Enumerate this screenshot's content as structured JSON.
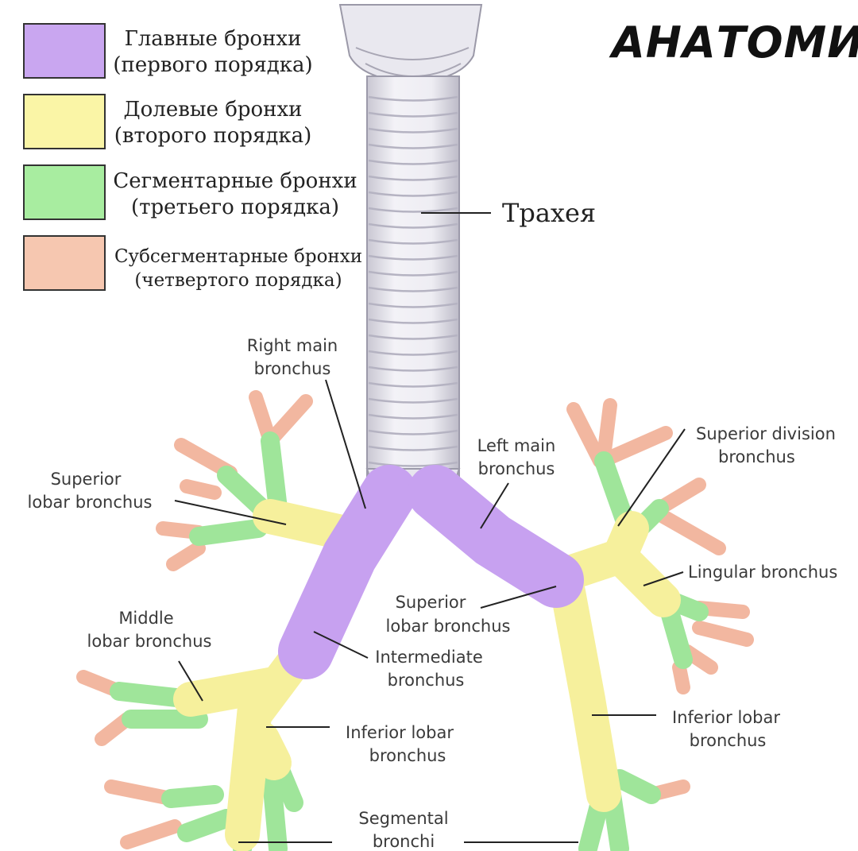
{
  "title": "АНАТОМИЯ",
  "legend": [
    {
      "line1": "Главные бронхи",
      "line2": "(первого порядка)",
      "color": "#c9a6f0"
    },
    {
      "line1": "Долевые бронхи",
      "line2": "(второго порядка)",
      "color": "#faf5a6"
    },
    {
      "line1": "Сегментарные бронхи",
      "line2": "(третьего порядка)",
      "color": "#a8eda0"
    },
    {
      "line1": "Субсегментарные бронхи",
      "line2": "(четвертого порядка)",
      "color": "#f6c7b0"
    }
  ],
  "trachea_label": "Трахея",
  "labels": {
    "right_main": [
      "Right main",
      "bronchus"
    ],
    "left_main": [
      "Left main",
      "bronchus"
    ],
    "superior_division": [
      "Superior division",
      "bronchus"
    ],
    "superior_lobar_right": [
      "Superior",
      "lobar bronchus"
    ],
    "lingular": [
      "Lingular bronchus"
    ],
    "superior_lobar_left": [
      "Superior",
      "lobar bronchus"
    ],
    "middle_lobar": [
      "Middle",
      "lobar bronchus"
    ],
    "intermediate": [
      "Intermediate",
      "bronchus"
    ],
    "inferior_lobar_right": [
      "Inferior lobar",
      "bronchus"
    ],
    "inferior_lobar_left": [
      "Inferior lobar",
      "bronchus"
    ],
    "segmental": [
      "Segmental",
      "bronchi"
    ]
  },
  "colors": {
    "main_bronchi": "#c9a6f0",
    "lobar_bronchi": "#faf5a6",
    "segmental_bronchi": "#a8eda0",
    "subsegmental_bronchi": "#f6c7b0",
    "trachea": "#e8e6ee"
  }
}
